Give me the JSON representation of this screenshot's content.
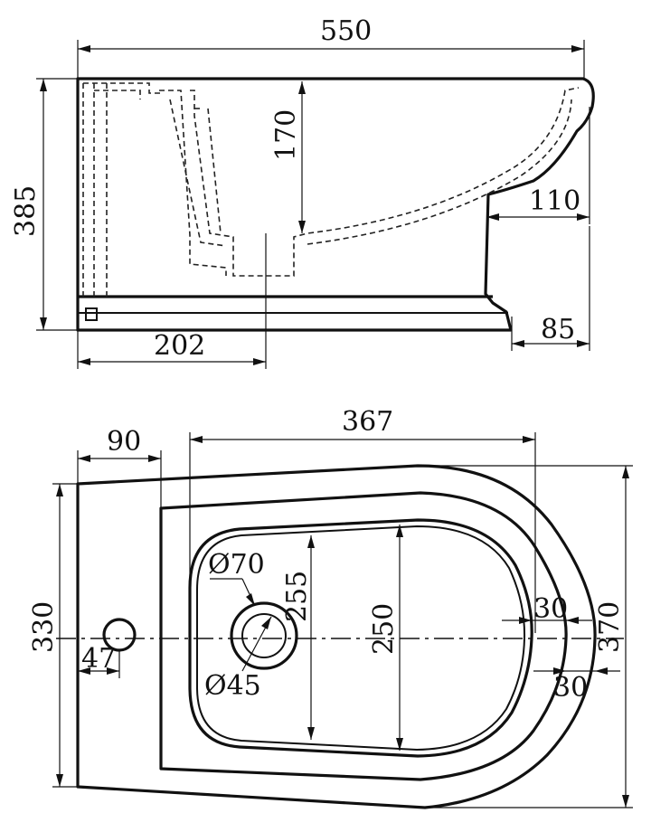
{
  "side_view": {
    "dims": {
      "overall_length": "550",
      "height": "385",
      "bowl_depth": "170",
      "rear_overhang": "110",
      "base_offset": "85",
      "drain_offset": "202"
    }
  },
  "top_view": {
    "dims": {
      "bowl_length": "367",
      "tap_offset": "90",
      "width": "330",
      "length_side": "370",
      "tap_hole_offset": "47",
      "bowl_width_front": "255",
      "bowl_width": "250",
      "rim_thickness_a": "30",
      "rim_thickness_b": "30",
      "drain_outer": "Ø70",
      "drain_inner": "Ø45"
    }
  }
}
